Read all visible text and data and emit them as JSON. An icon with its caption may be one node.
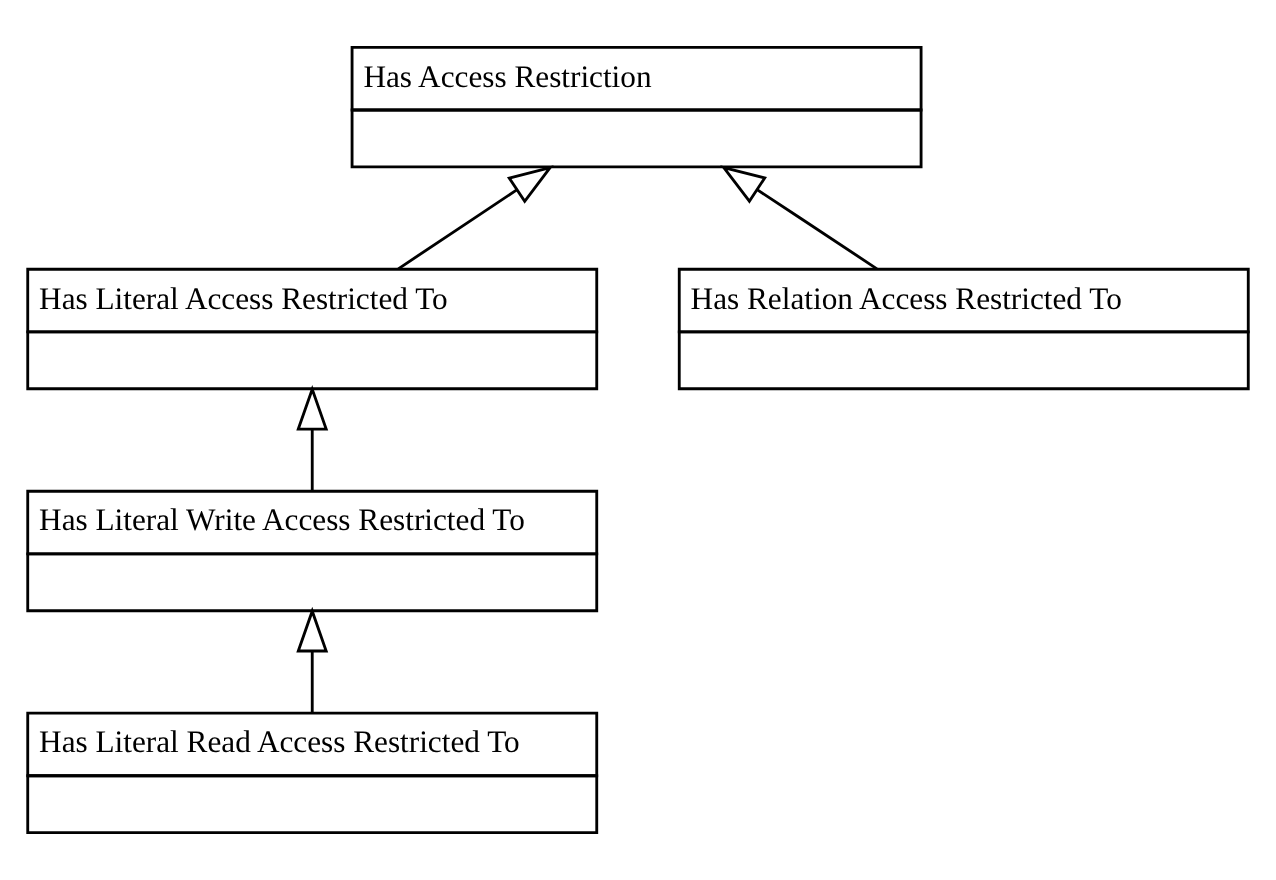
{
  "diagram": {
    "nodes": [
      {
        "text": [
          "Has Access Restriction"
        ]
      },
      {
        "text": [
          "Has Literal Access Restricted To"
        ]
      },
      {
        "text": [
          "Has Relation Access Restricted To"
        ]
      },
      {
        "text": [
          "Has Literal Write Access Restricted To"
        ]
      },
      {
        "text": [
          "Has Literal Read Access Restricted To"
        ]
      }
    ],
    "edges": [
      {
        "from": 1,
        "to": 0,
        "arrow": "to"
      },
      {
        "from": 2,
        "to": 0,
        "arrow": "to"
      },
      {
        "from": 3,
        "to": 1,
        "arrow": "to"
      },
      {
        "from": 4,
        "to": 3,
        "arrow": "to"
      }
    ]
  }
}
